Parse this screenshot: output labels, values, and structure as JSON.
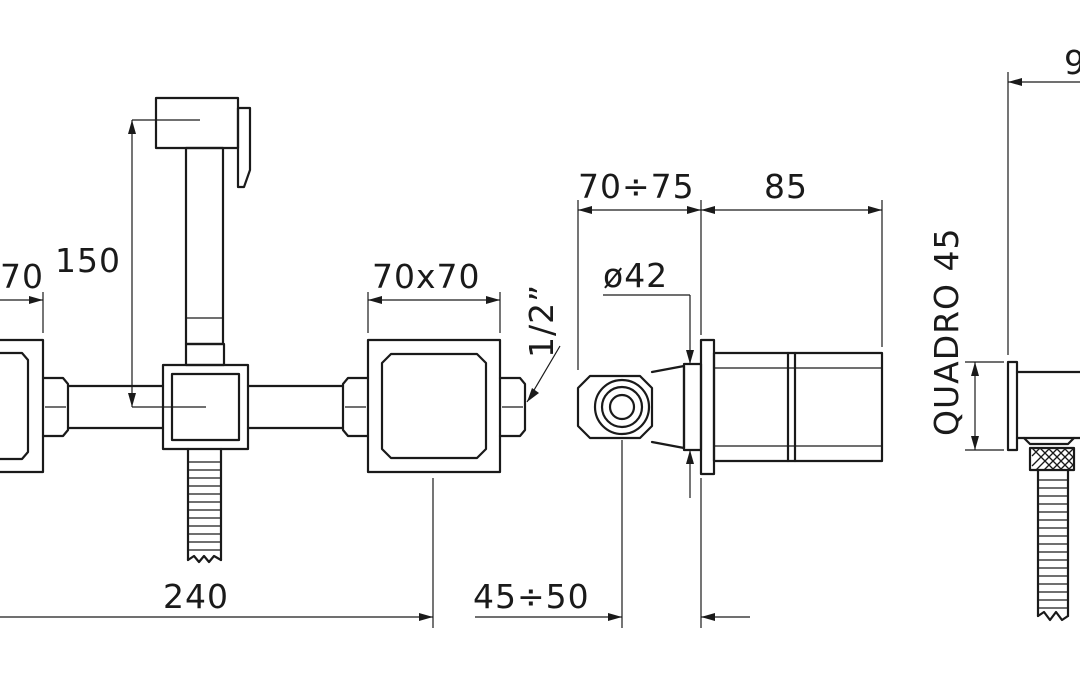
{
  "labels": {
    "dim_70x70_left": "70",
    "dim_150": "150",
    "dim_70x70_right": "70x70",
    "dim_thread": "1/2”",
    "dim_240": "240",
    "dim_70_75": "70÷75",
    "dim_85": "85",
    "dim_diameter_42": "ø42",
    "dim_45_50": "45÷50",
    "dim_quadro_45": "QUADRO 45",
    "dim_top_right": "9"
  }
}
